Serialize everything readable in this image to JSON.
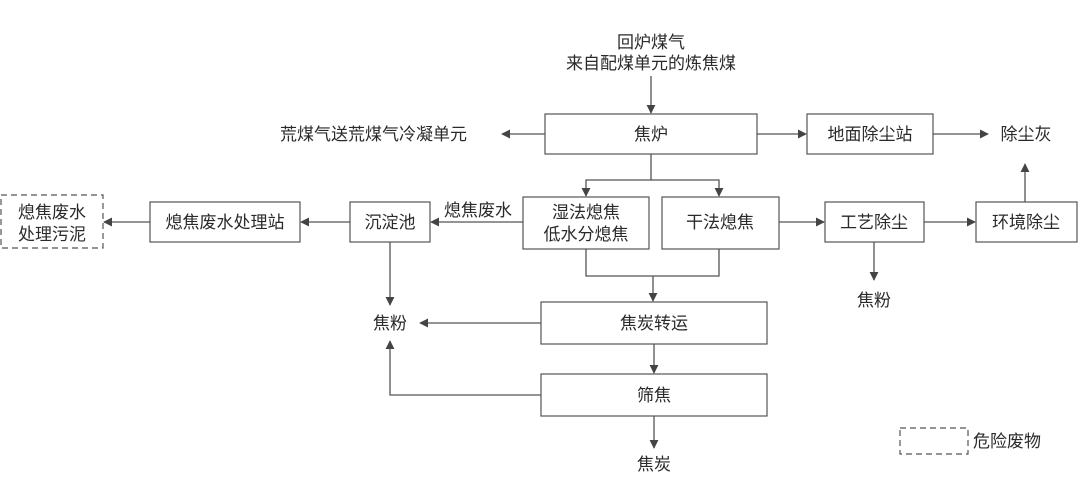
{
  "inputs": {
    "line1": "回炉煤气",
    "line2": "来自配煤单元的炼焦煤"
  },
  "nodes": {
    "coke_oven": "焦炉",
    "raw_gas": "荒煤气送荒煤气冷凝单元",
    "ground_dust": "地面除尘站",
    "dust_ash": "除尘灰",
    "wet_quench_1": "湿法熄焦",
    "wet_quench_2": "低水分熄焦",
    "dry_quench": "干法熄焦",
    "process_dust": "工艺除尘",
    "env_dust": "环境除尘",
    "coke_powder_right": "焦粉",
    "quench_water": "熄焦废水",
    "settling_tank": "沉淀池",
    "wastewater_station": "熄焦废水处理站",
    "sludge_1": "熄焦废水",
    "sludge_2": "处理污泥",
    "coke_powder_left": "焦粉",
    "coke_transfer": "焦炭转运",
    "coke_screening": "筛焦",
    "coke_output": "焦炭"
  },
  "legend": {
    "label": "危险废物"
  },
  "colors": {
    "stroke": "#555555",
    "text": "#2a2a2a"
  }
}
